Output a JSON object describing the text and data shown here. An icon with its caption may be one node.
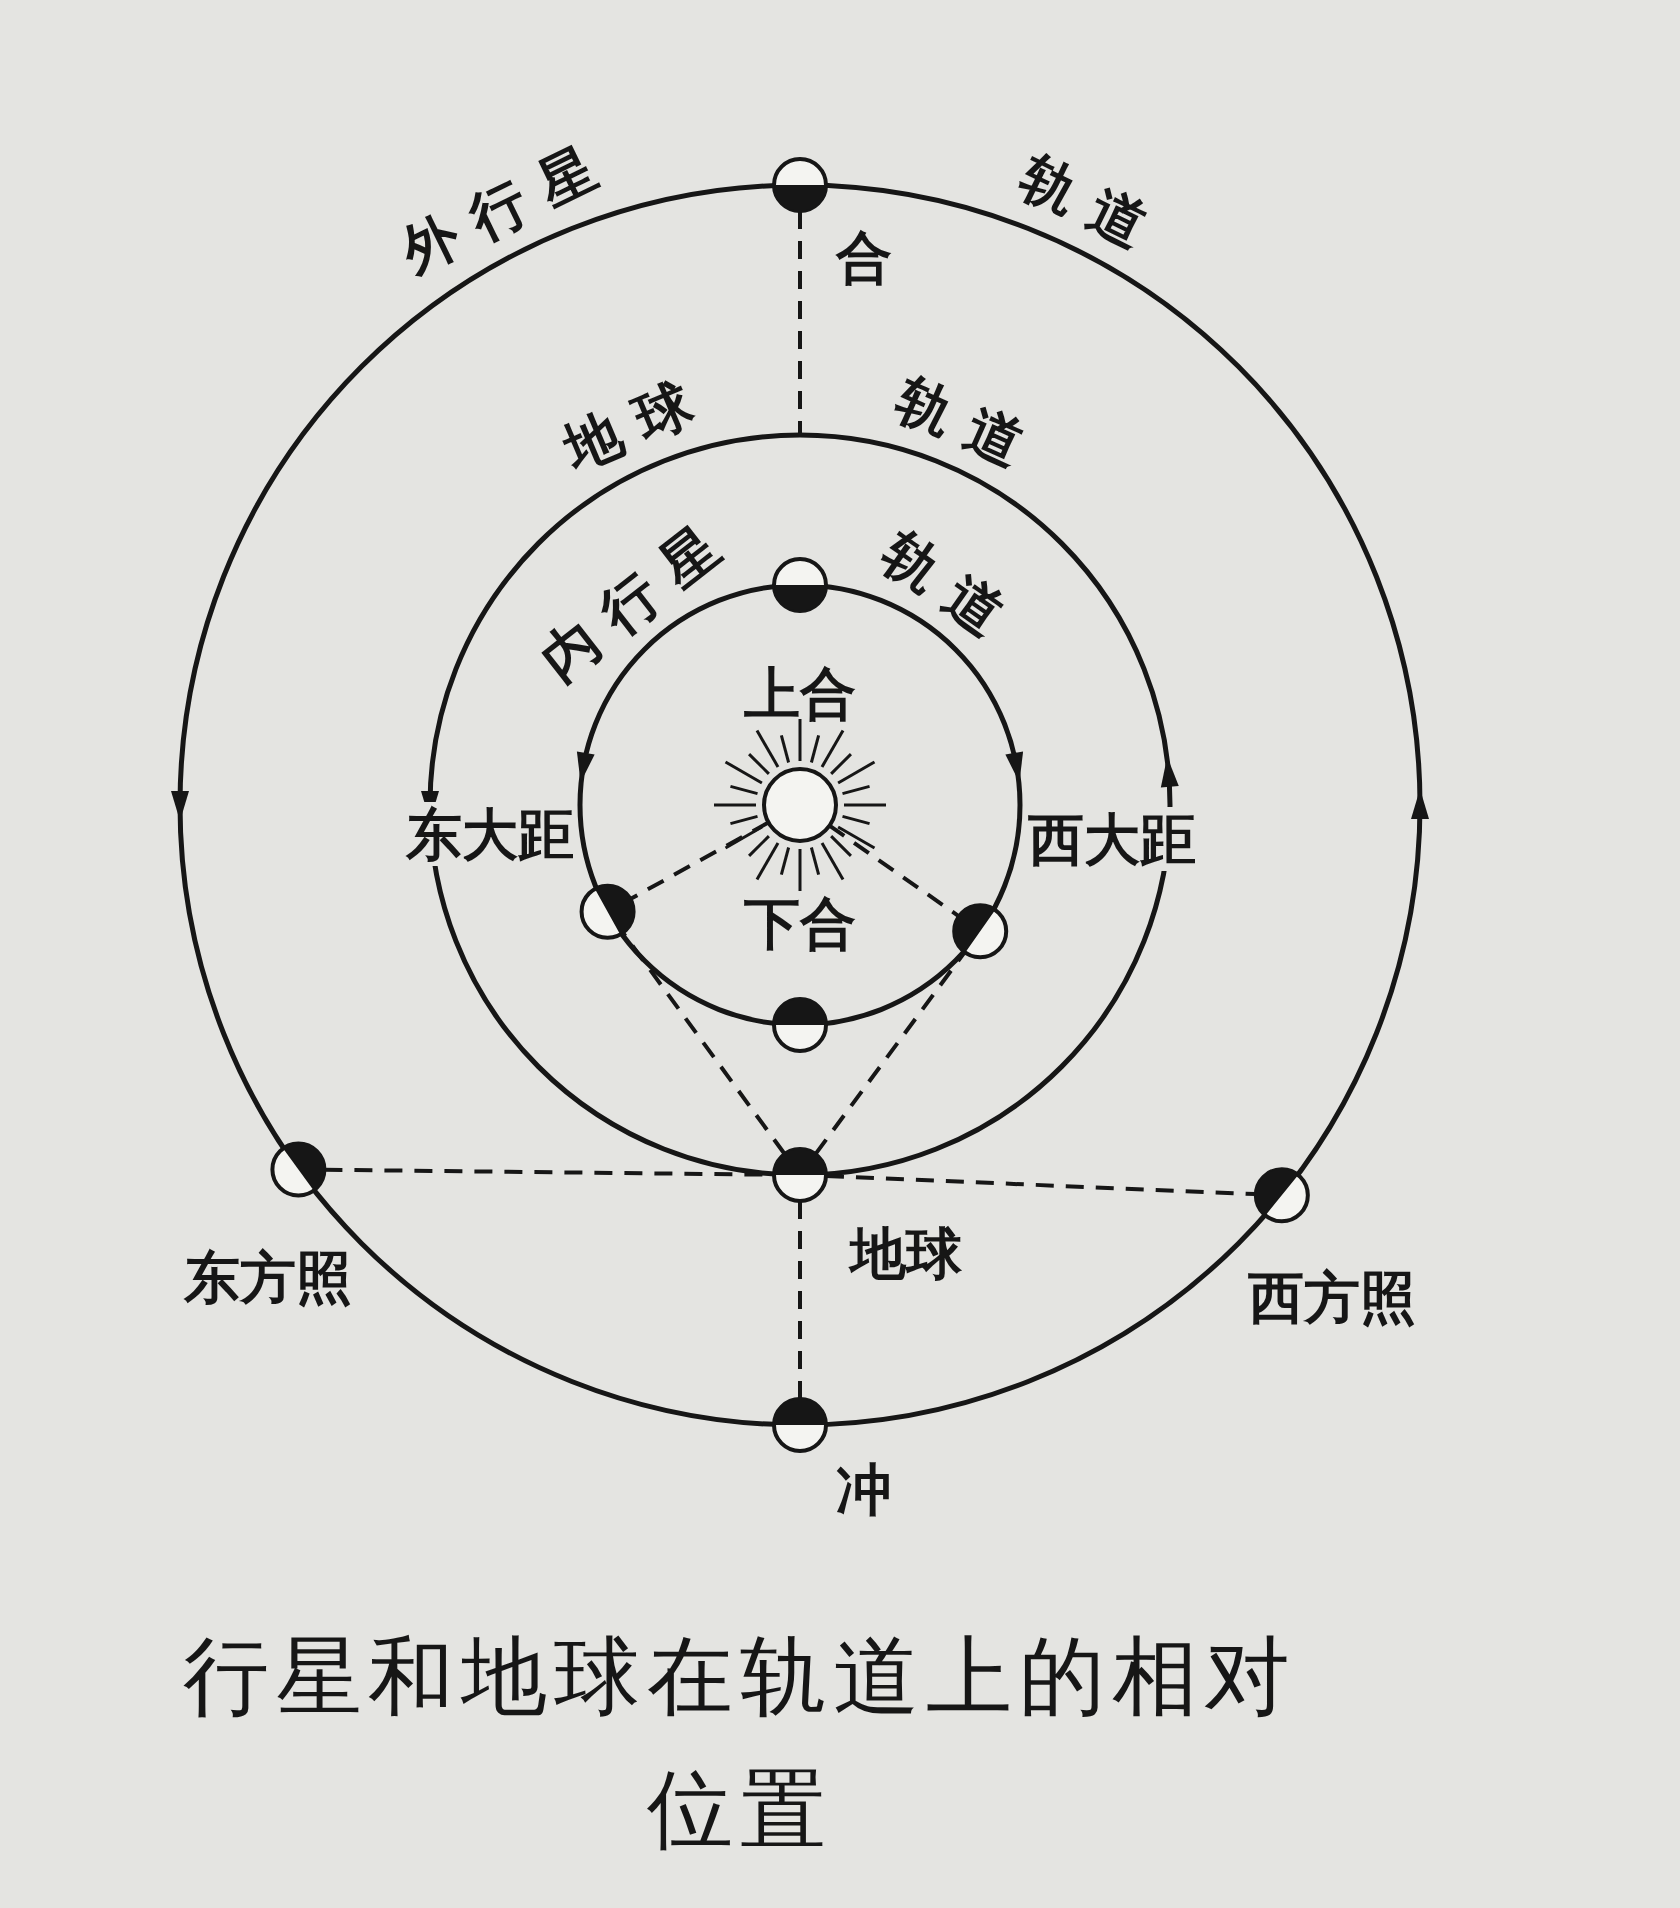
{
  "diagram": {
    "caption": "行星和地球在轨道上的相对位置",
    "nodes": [
      {
        "text": [],
        "shape": "circle",
        "beside": [
          "合"
        ]
      },
      {
        "text": [],
        "shape": "circle"
      },
      {
        "text": [],
        "shape": "circle"
      },
      {
        "text": [],
        "shape": "circle",
        "beside": [
          "东大距"
        ]
      },
      {
        "text": [],
        "shape": "circle",
        "beside": [
          "西大距"
        ]
      },
      {
        "text": [],
        "shape": "circle"
      },
      {
        "text": [],
        "shape": "circle",
        "beside": [
          "东方照"
        ]
      },
      {
        "text": [],
        "shape": "circle",
        "beside": [
          "地球"
        ]
      },
      {
        "text": [],
        "shape": "circle",
        "beside": [
          "西方照"
        ]
      },
      {
        "text": [],
        "shape": "circle",
        "beside": [
          "冲"
        ]
      }
    ],
    "edges": [
      {
        "from": 0,
        "to": null,
        "arrow": "none",
        "style": "dashed"
      },
      {
        "from": 2,
        "to": 3,
        "arrow": "none",
        "style": "dashed"
      },
      {
        "from": 2,
        "to": 4,
        "arrow": "none",
        "style": "dashed"
      },
      {
        "from": 7,
        "to": 3,
        "arrow": "none",
        "style": "dashed"
      },
      {
        "from": 7,
        "to": 4,
        "arrow": "none",
        "style": "dashed"
      },
      {
        "from": 6,
        "to": 7,
        "arrow": "none",
        "style": "dashed"
      },
      {
        "from": 7,
        "to": 8,
        "arrow": "none",
        "style": "dashed"
      },
      {
        "from": 7,
        "to": 9,
        "arrow": "none",
        "style": "dashed"
      }
    ],
    "labels": [
      "外行星",
      "轨道",
      "地球",
      "轨道",
      "内行星",
      "轨道",
      "上合",
      "下合"
    ]
  }
}
